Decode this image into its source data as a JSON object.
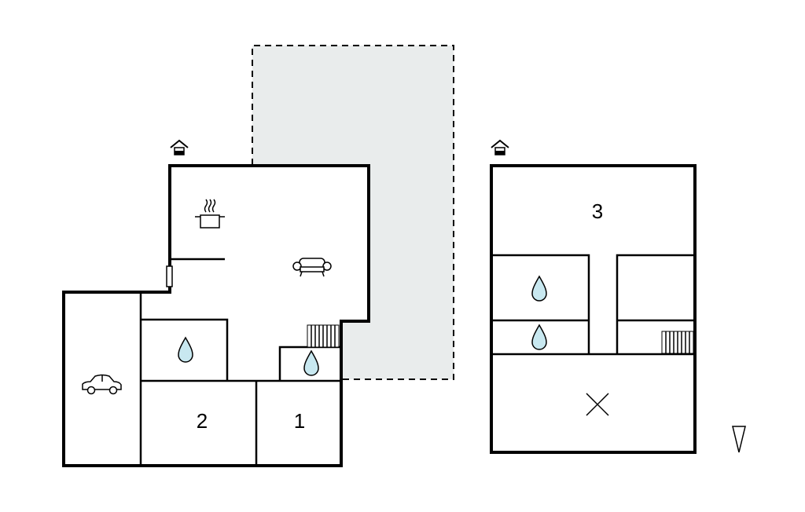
{
  "floors": [
    {
      "rooms": [
        {
          "label": "2"
        },
        {
          "label": "1"
        }
      ],
      "icons": [
        "entrance-icon",
        "kitchen-pot-icon",
        "sofa-icon",
        "car-icon",
        "water-drop-icon",
        "water-drop-icon",
        "stairs-icon",
        "window-icon"
      ]
    },
    {
      "rooms": [
        {
          "label": "3"
        }
      ],
      "icons": [
        "entrance-icon",
        "water-drop-icon",
        "water-drop-icon",
        "stairs-icon",
        "void-cross-icon"
      ]
    }
  ],
  "terrace": {
    "fill": "#e9ecec",
    "style": "dashed outline"
  },
  "colors": {
    "wall": "#000000",
    "water": "#c8e8f0"
  },
  "north_arrow": "north-arrow-icon"
}
